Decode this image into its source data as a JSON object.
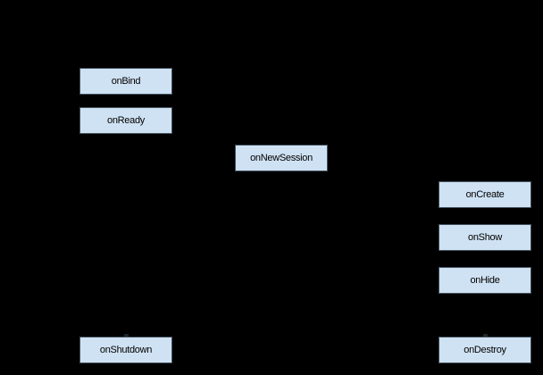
{
  "colors": {
    "page_bg": "#000000",
    "node_fill": "#cfe2f3",
    "node_border": "#42505c",
    "node_text": "#000000",
    "arrow_tip": "#1d262d"
  },
  "diagram": {
    "nodes": [
      {
        "id": "onBind",
        "label": "onBind"
      },
      {
        "id": "onReady",
        "label": "onReady"
      },
      {
        "id": "onNewSession",
        "label": "onNewSession"
      },
      {
        "id": "onCreate",
        "label": "onCreate"
      },
      {
        "id": "onShow",
        "label": "onShow"
      },
      {
        "id": "onHide",
        "label": "onHide"
      },
      {
        "id": "onShutdown",
        "label": "onShutdown"
      },
      {
        "id": "onDestroy",
        "label": "onDestroy"
      }
    ]
  }
}
